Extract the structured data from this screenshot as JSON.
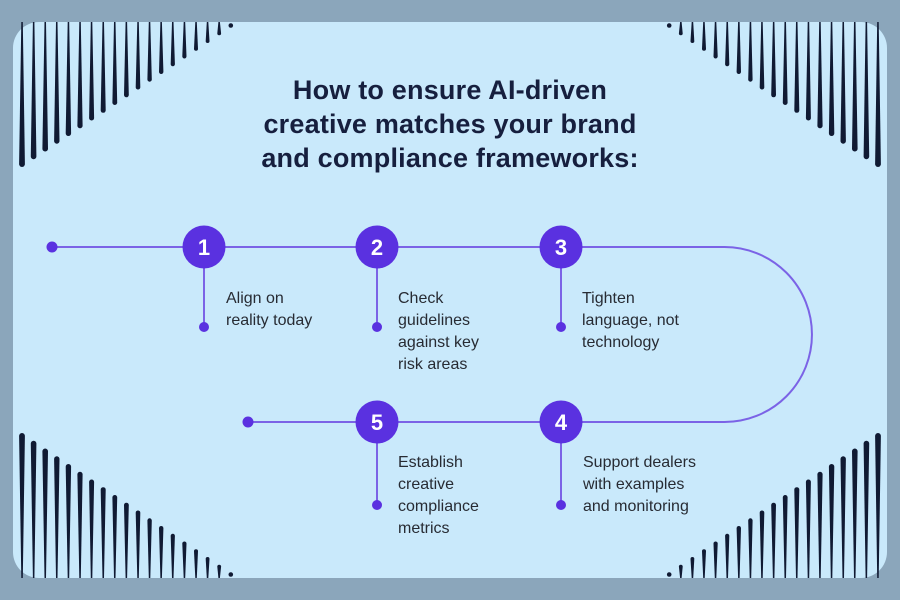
{
  "title": "How to ensure AI-driven\ncreative matches your brand\nand compliance frameworks:",
  "steps": [
    {
      "number": "1",
      "label": "Align on\nreality today"
    },
    {
      "number": "2",
      "label": "Check\nguidelines\nagainst key\nrisk areas"
    },
    {
      "number": "3",
      "label": "Tighten\nlanguage, not\ntechnology"
    },
    {
      "number": "4",
      "label": "Support dealers\nwith examples\nand monitoring"
    },
    {
      "number": "5",
      "label": "Establish\ncreative\ncompliance\nmetrics"
    }
  ],
  "colors": {
    "outer_background": "#8ba6bb",
    "panel_background": "#c9e9fb",
    "corner_decor": "#101a33",
    "title_text": "#161f3e",
    "label_text": "#272b33",
    "node_fill": "#5a31e0",
    "node_number": "#ffffff",
    "connector_line": "#7b63e6"
  }
}
